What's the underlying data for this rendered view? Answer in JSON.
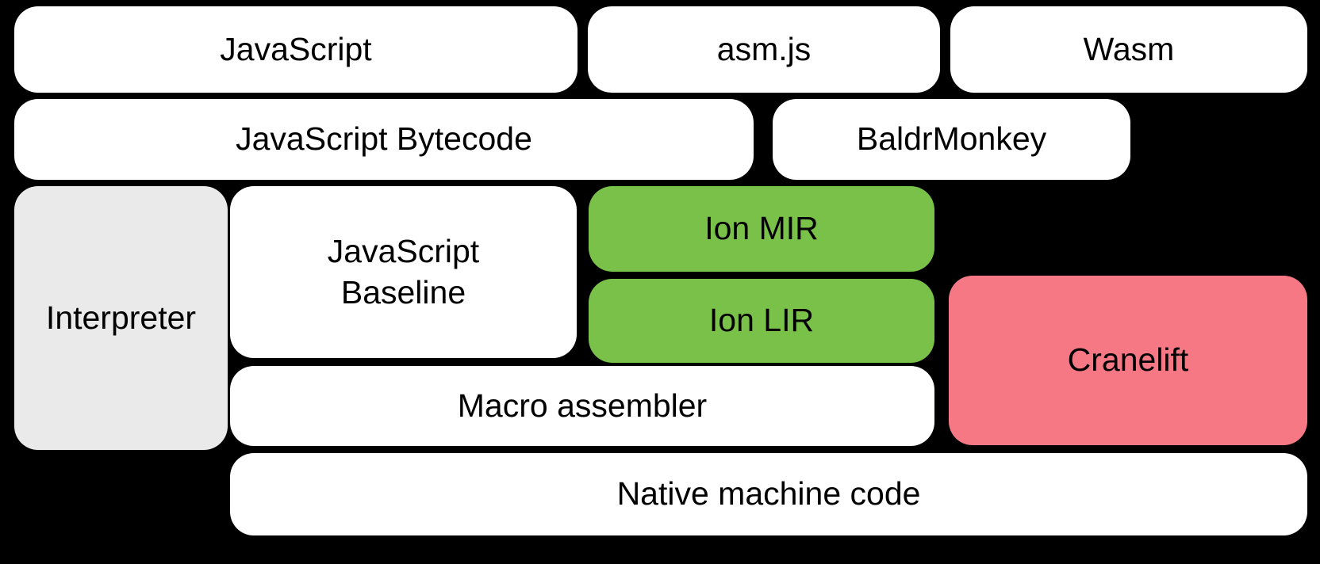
{
  "colors": {
    "background": "#000000",
    "box_white": "#ffffff",
    "box_gray": "#eaeaea",
    "box_green": "#7ac14a",
    "box_pink": "#f67885",
    "text": "#000000"
  },
  "diagram": {
    "boxes": {
      "javascript": {
        "label": "JavaScript"
      },
      "asmjs": {
        "label": "asm.js"
      },
      "wasm": {
        "label": "Wasm"
      },
      "bytecode": {
        "label": "JavaScript Bytecode"
      },
      "baldrmonkey": {
        "label": "BaldrMonkey"
      },
      "interpreter": {
        "label": "Interpreter"
      },
      "baseline": {
        "label": "JavaScript Baseline"
      },
      "ion_mir": {
        "label": "Ion MIR"
      },
      "ion_lir": {
        "label": "Ion LIR"
      },
      "cranelift": {
        "label": "Cranelift"
      },
      "macro_assembler": {
        "label": "Macro assembler"
      },
      "native_code": {
        "label": "Native machine code"
      }
    }
  }
}
